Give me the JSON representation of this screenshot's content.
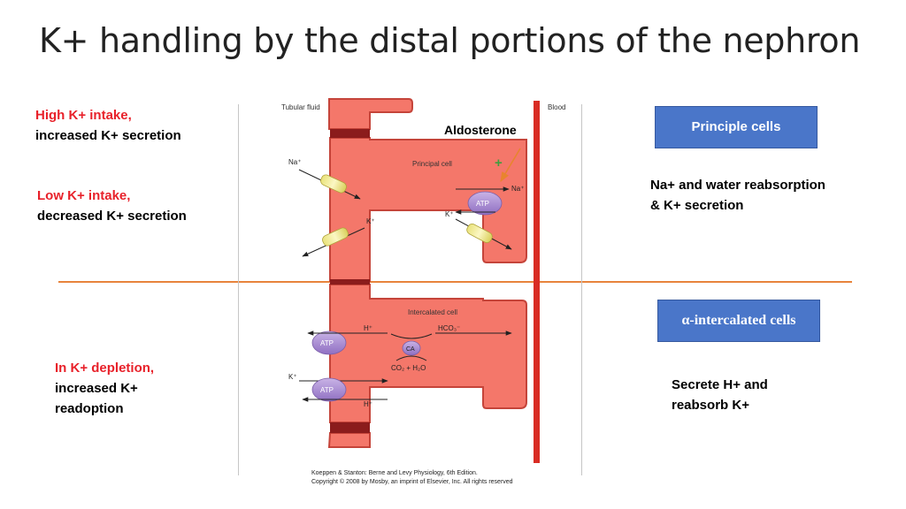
{
  "title": "K+ handling by the distal portions of the nephron",
  "notes": {
    "high_intake": {
      "highlight": "High K+ intake,",
      "text": "increased K+ secretion"
    },
    "low_intake": {
      "highlight": "Low K+ intake,",
      "text": "decreased K+ secretion"
    },
    "depletion": {
      "highlight": "In K+ depletion,",
      "line1": "increased K+",
      "line2": "readoption"
    }
  },
  "boxes": {
    "principle": "Principle cells",
    "alpha": "α-intercalated cells"
  },
  "descriptions": {
    "principle": {
      "line1": "Na+ and water reabsorption",
      "line2": "& K+ secretion"
    },
    "alpha": {
      "line1": "Secrete H+ and",
      "line2": "reabsorb K+"
    }
  },
  "figure": {
    "tubular_fluid": "Tubular fluid",
    "blood": "Blood",
    "aldosterone": "Aldosterone",
    "plus": "+",
    "principal_cell": "Principal cell",
    "intercalated_cell": "Intercalated cell",
    "na_left": "Na⁺",
    "k_left": "K⁺",
    "na_right": "Na⁺",
    "k_right": "K⁺",
    "atp": "ATP",
    "h1": "H⁺",
    "hco3": "HCO₃⁻",
    "ca": "CA",
    "co2_h2o": "CO₂ + H₂O",
    "k_low": "K⁺",
    "h2": "H⁺",
    "credit_line1": "Koeppen & Stanton: Berne and Levy Physiology, 6th Edition.",
    "credit_line2": "Copyright © 2008 by Mosby, an imprint of Elsevier, Inc. All rights reserved"
  },
  "colors": {
    "cell_fill": "#f4776a",
    "cell_stroke": "#c5443a",
    "blood_line": "#d92c24",
    "accent_red": "#e8212a",
    "box_blue": "#4a76c9",
    "divider": "#e8843c"
  }
}
